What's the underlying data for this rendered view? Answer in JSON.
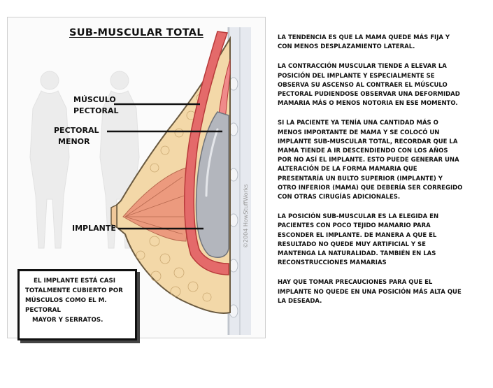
{
  "diagram": {
    "title": "SUB-MUSCULAR TOTAL",
    "labels": {
      "musculo_pectoral_line1": "MÚSCULO",
      "musculo_pectoral_line2": "PECTORAL",
      "pectoral_menor_line1": "PECTORAL",
      "pectoral_menor_line2": "MENOR",
      "implante": "IMPLANTE"
    },
    "watermark": "©2004 HowStuffWorks",
    "note": {
      "line1": "EL IMPLANTE ESTÁ CASI",
      "line2": "TOTALMENTE CUBIERTO POR",
      "line3": "MÚSCULOS COMO EL M. PECTORAL",
      "line4": "MAYOR Y SERRATOS."
    },
    "colors": {
      "muscle": "#e46a6a",
      "muscle_dark": "#b83a3a",
      "tissue": "#f3d8a8",
      "gland": "#ec9a7e",
      "implant": "#b3b6bd",
      "ribs": "#dfe3ea"
    }
  },
  "text": {
    "p1": "La tendencia es que la mama quede más fija y con menos desplazamiento lateral.",
    "p2": "La contracción muscular tiende a elevar la posición del implante y especialmente se observa su ascenso al contraer el músculo pectoral pudiendose observar una deformidad mamaria más o menos notoria en ese momento.",
    "p3": "Si la paciente ya tenía una cantidad más o menos importante de mama y se colocó un implante sub-muscular total, recordar que la mama tiende a ir descendiendo con los años por no así el implante. Esto puede generar una alteración de la forma mamaria que presentaría un bulto superior (implante) y otro inferior (mama) que debería ser corregido con otras cirugías adicionales.",
    "p4": "La posición sub-muscular es la elegida en pacientes con poco tejido mamario para esconder el implante. De manera a que el resultado no quede muy artificial y se mantenga la naturalidad. También en las reconstrucciones mamarias",
    "p5": "Hay que tomar precauciones para que el implante no quede en una posición más alta que la deseada."
  }
}
